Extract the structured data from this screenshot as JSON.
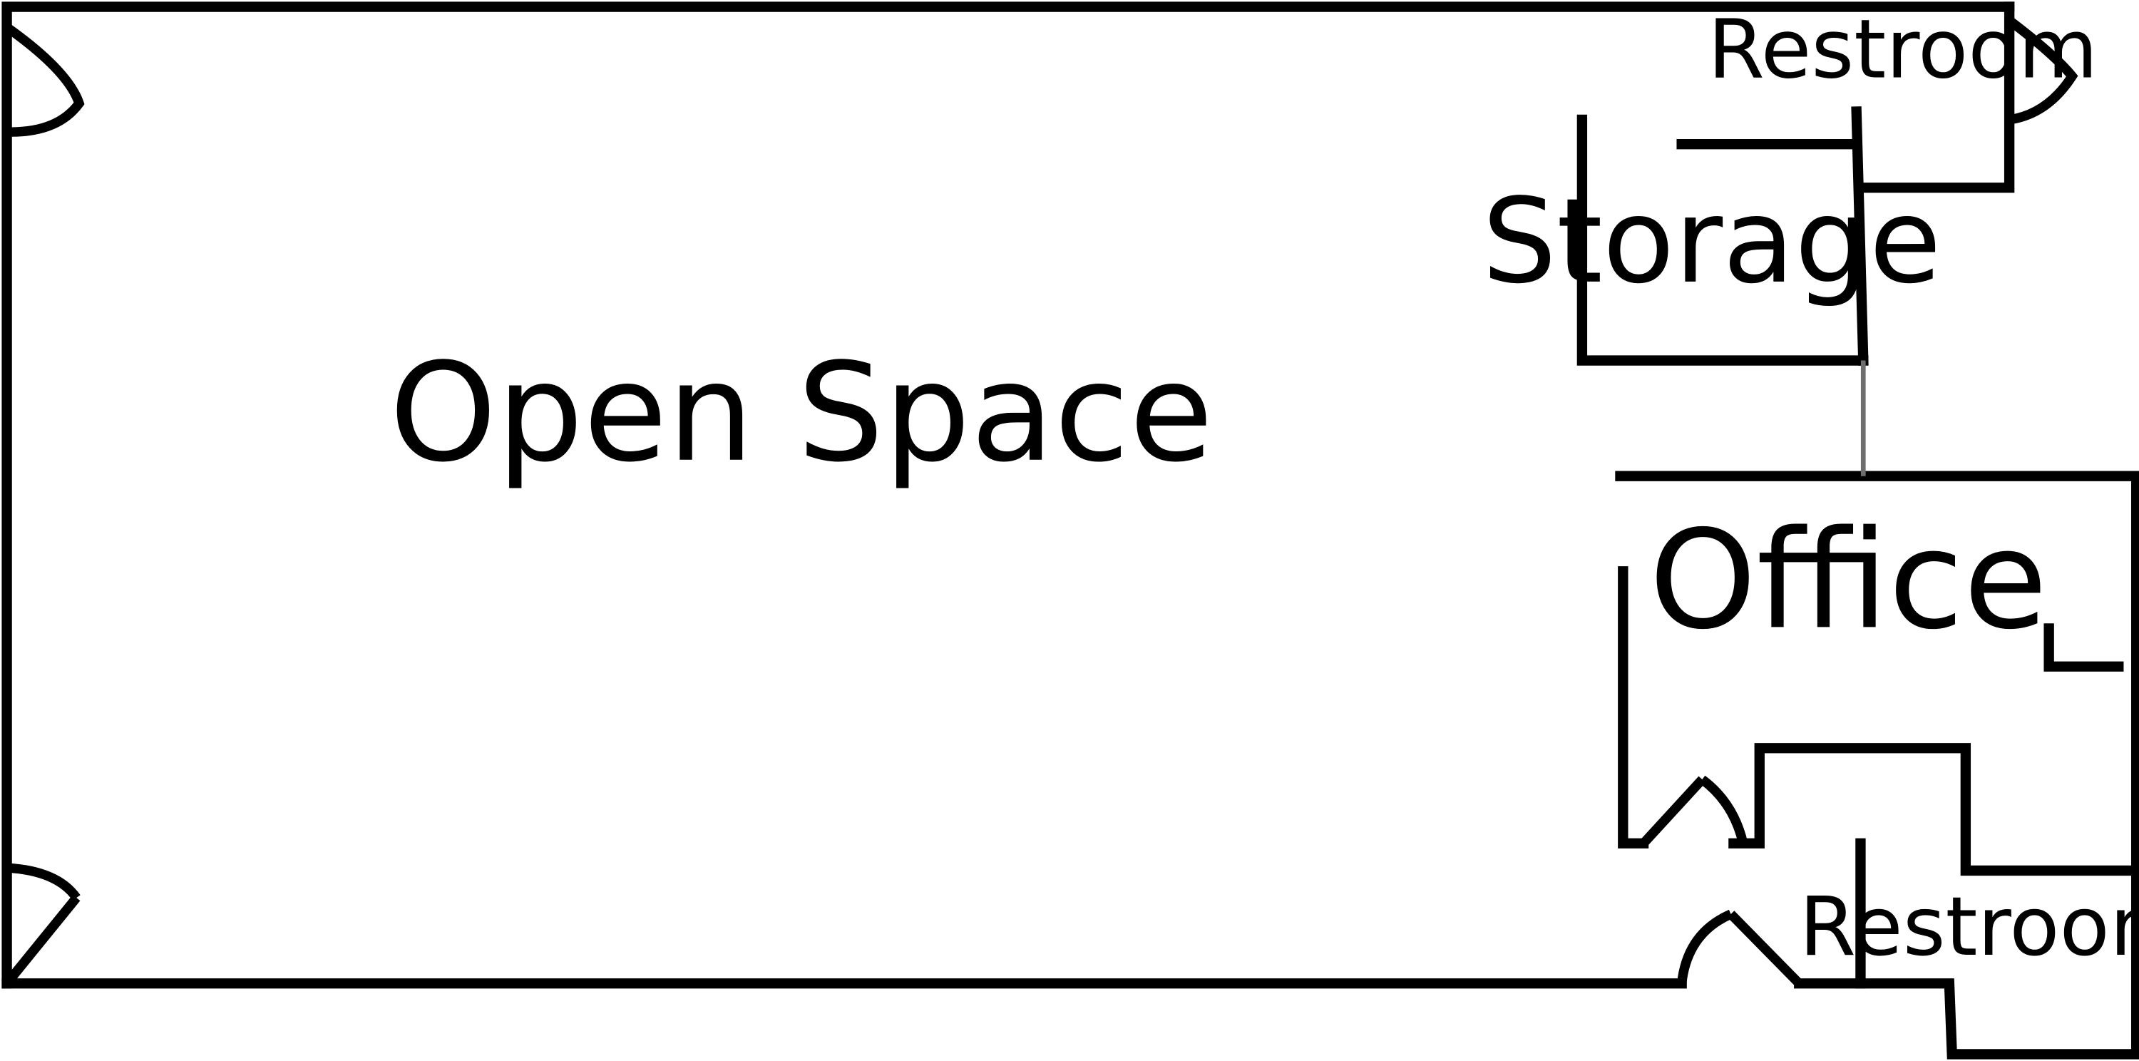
{
  "rooms": {
    "open_space": "Open Space",
    "storage": "Storage",
    "office": "Office",
    "restroom_top": "Restroom",
    "restroom_bottom": "Restroom"
  }
}
